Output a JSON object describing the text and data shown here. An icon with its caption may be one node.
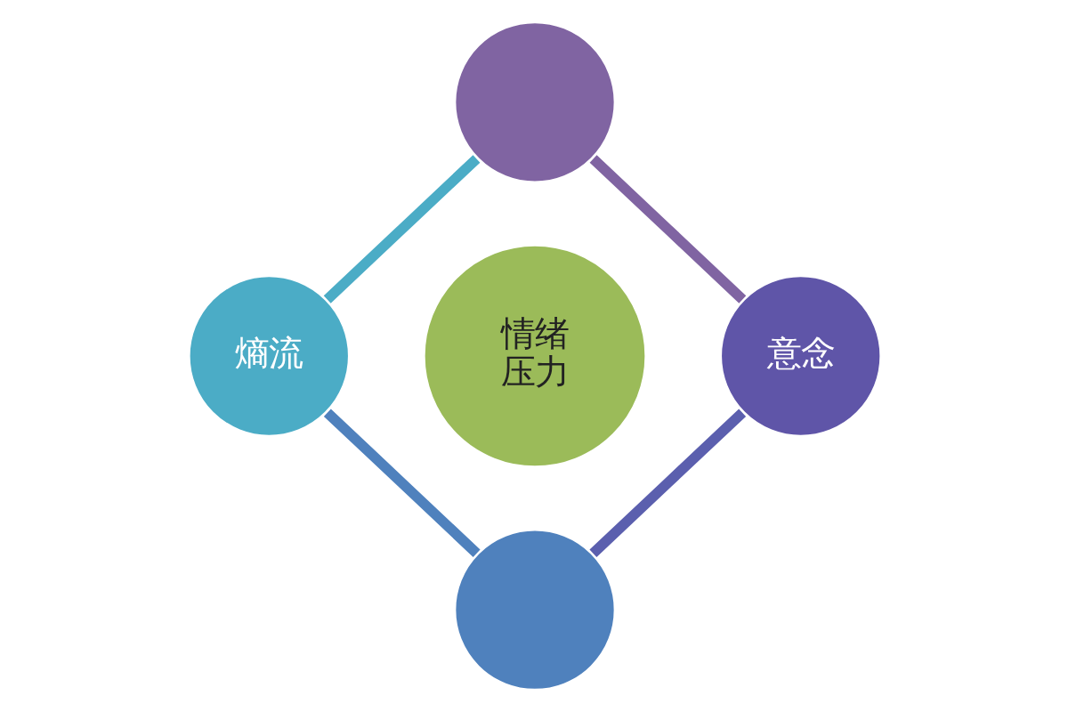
{
  "diagram": {
    "nodes": [
      {
        "text": [
          "情绪",
          "压力"
        ]
      },
      {
        "text": [],
        "shape": "circle"
      },
      {
        "text": [
          "意念"
        ]
      },
      {
        "text": [],
        "shape": "circle"
      },
      {
        "text": [
          "熵流"
        ]
      }
    ],
    "edges": [
      {
        "from": 1,
        "to": 2,
        "arrow": "none",
        "color": "#8064a2"
      },
      {
        "from": 2,
        "to": 3,
        "arrow": "none",
        "color": "#5b5fae"
      },
      {
        "from": 3,
        "to": 4,
        "arrow": "none",
        "color": "#4f81bd"
      },
      {
        "from": 4,
        "to": 1,
        "arrow": "none",
        "color": "#4bacc6"
      }
    ]
  }
}
